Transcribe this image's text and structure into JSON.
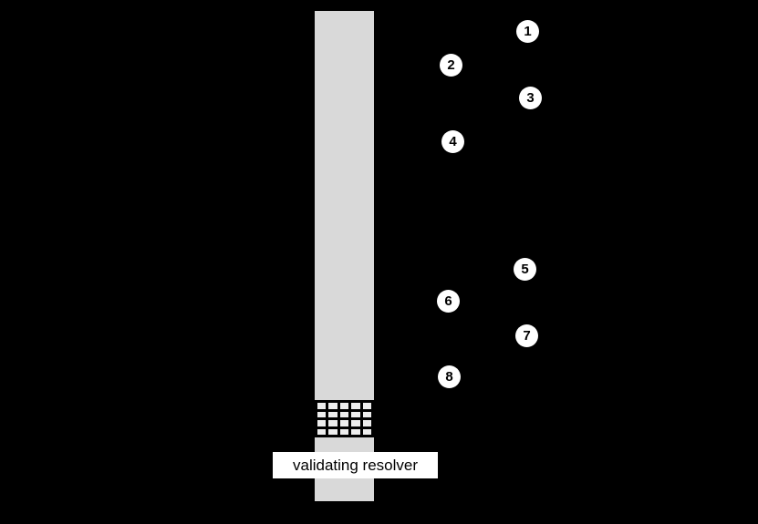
{
  "diagram": {
    "background_color": "#000000",
    "lifeline": {
      "label": "validating resolver",
      "bar_color": "#d9d9d9",
      "label_bg": "#ffffff",
      "label_text_color": "#000000"
    },
    "steps": [
      {
        "number": "1"
      },
      {
        "number": "2"
      },
      {
        "number": "3"
      },
      {
        "number": "4"
      },
      {
        "number": "5"
      },
      {
        "number": "6"
      },
      {
        "number": "7"
      },
      {
        "number": "8"
      }
    ]
  }
}
